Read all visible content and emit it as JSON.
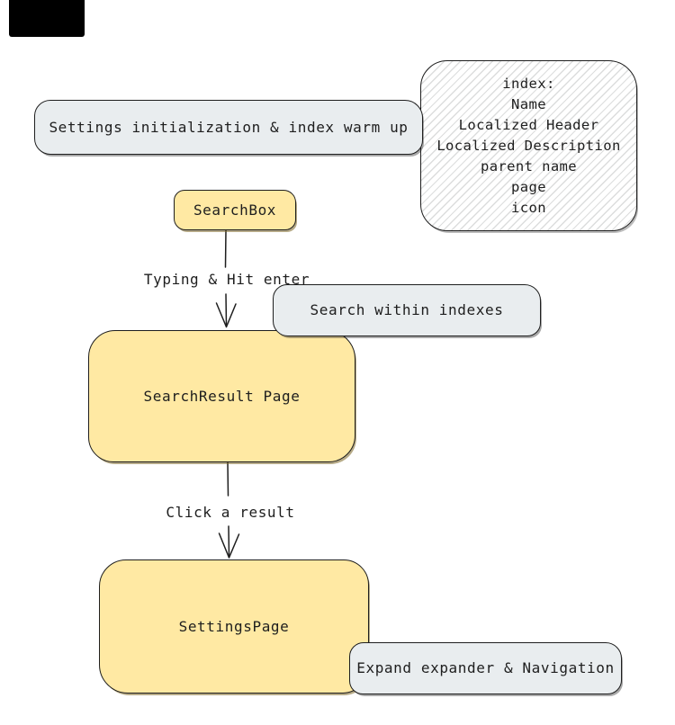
{
  "diagram": {
    "background": "#ffffff",
    "colors": {
      "outline": "#1e1e1e",
      "yellow_fill": "#ffe9a3",
      "gray_fill": "#e9edef",
      "hatch_line": "#dcdddd",
      "corner_mark": "#000000"
    },
    "nodes": {
      "settings_init": {
        "label": "Settings initialization & index warm up"
      },
      "index_note": {
        "lines": [
          "index:",
          "Name",
          "Localized Header",
          "Localized Description",
          "parent name",
          "page",
          "icon"
        ]
      },
      "search_box": {
        "label": "SearchBox"
      },
      "search_within": {
        "label": "Search within indexes"
      },
      "search_result": {
        "label": "SearchResult Page"
      },
      "settings_page": {
        "label": "SettingsPage"
      },
      "expand_nav": {
        "label": "Expand expander & Navigation"
      }
    },
    "edge_labels": {
      "typing": "Typing & Hit enter",
      "click": "Click a result"
    }
  }
}
